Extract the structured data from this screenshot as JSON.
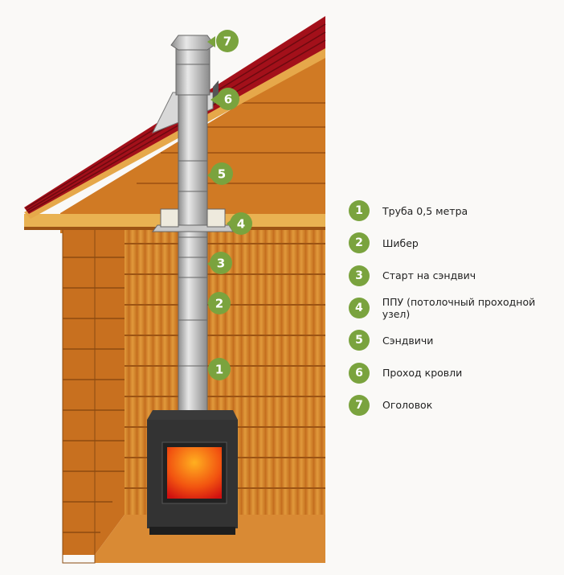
{
  "colors": {
    "badge": "#7aa33e",
    "roof": "#a3101a",
    "wood": "#d98a2c",
    "pipe": "#b8b8b8",
    "stove": "#333333",
    "fire": "#f05a10"
  },
  "callouts": [
    "1",
    "2",
    "3",
    "4",
    "5",
    "6",
    "7"
  ],
  "legend": [
    {
      "num": "1",
      "label": "Труба 0,5 метра"
    },
    {
      "num": "2",
      "label": "Шибер"
    },
    {
      "num": "3",
      "label": "Старт на сэндвич"
    },
    {
      "num": "4",
      "label": "ППУ (потолочный проходной узел)"
    },
    {
      "num": "5",
      "label": "Сэндвичи"
    },
    {
      "num": "6",
      "label": "Проход кровли"
    },
    {
      "num": "7",
      "label": "Оголовок"
    }
  ]
}
